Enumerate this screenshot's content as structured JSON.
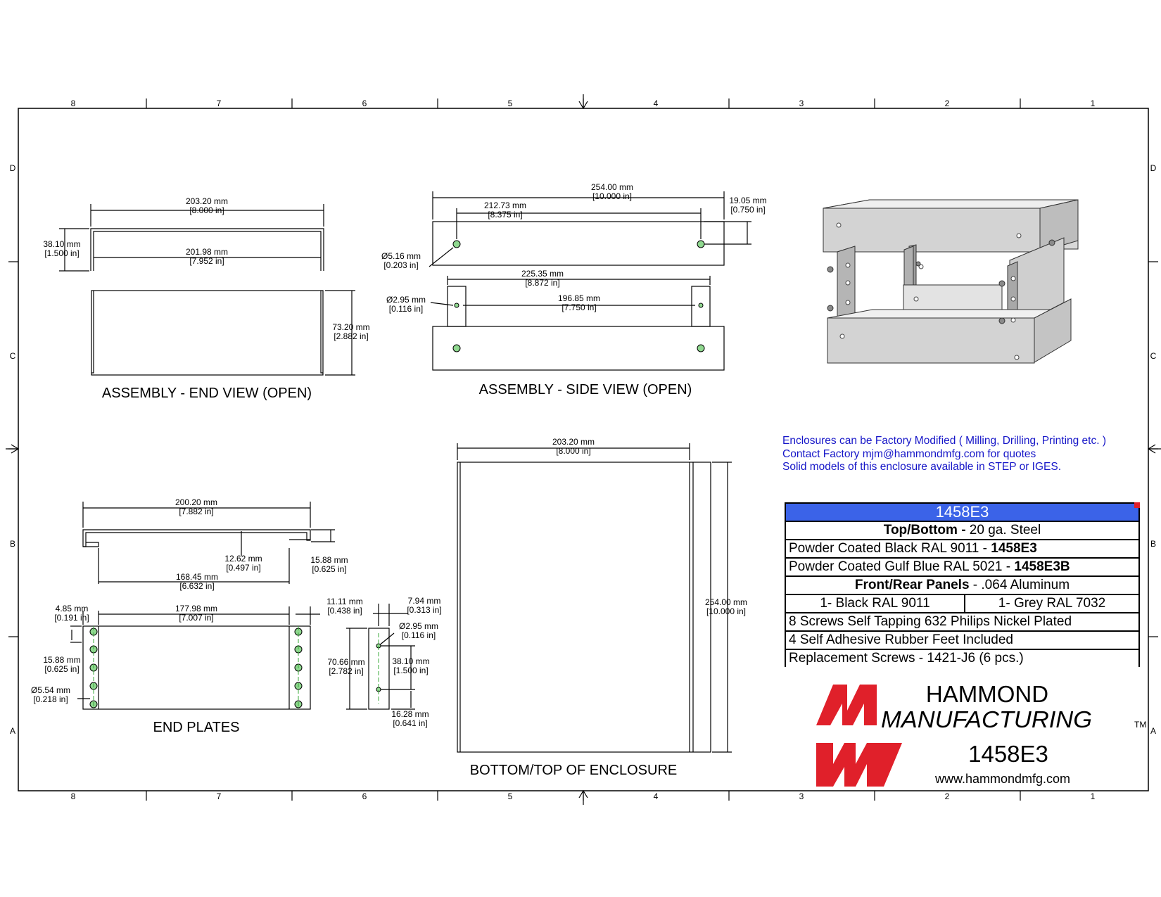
{
  "grid": {
    "columns": [
      "8",
      "7",
      "6",
      "5",
      "4",
      "3",
      "2",
      "1"
    ],
    "rows": [
      "D",
      "C",
      "B",
      "A"
    ]
  },
  "views": {
    "end_view": {
      "title": "ASSEMBLY - END VIEW (OPEN)",
      "dims": [
        {
          "mm": "203.20 mm",
          "in": "[8.000 in]"
        },
        {
          "mm": "201.98 mm",
          "in": "[7.952 in]"
        },
        {
          "mm": "38.10 mm",
          "in": "[1.500 in]"
        },
        {
          "mm": "73.20 mm",
          "in": "[2.882 in]"
        }
      ]
    },
    "side_view": {
      "title": "ASSEMBLY - SIDE VIEW (OPEN)",
      "dims": [
        {
          "mm": "254.00 mm",
          "in": "[10.000 in]"
        },
        {
          "mm": "212.73 mm",
          "in": "[8.375 in]"
        },
        {
          "mm": "19.05 mm",
          "in": "[0.750 in]"
        },
        {
          "mm": "Ø5.16 mm",
          "in": "[0.203 in]"
        },
        {
          "mm": "225.35 mm",
          "in": "[8.872 in]"
        },
        {
          "mm": "Ø2.95 mm",
          "in": "[0.116 in]"
        },
        {
          "mm": "196.85 mm",
          "in": "[7.750 in]"
        }
      ]
    },
    "end_plates": {
      "title": "END PLATES",
      "dims": [
        {
          "mm": "200.20 mm",
          "in": "[7.882 in]"
        },
        {
          "mm": "12.62 mm",
          "in": "[0.497 in]"
        },
        {
          "mm": "15.88 mm",
          "in": "[0.625 in]"
        },
        {
          "mm": "168.45 mm",
          "in": "[6.632 in]"
        },
        {
          "mm": "4.85 mm",
          "in": "[0.191 in]"
        },
        {
          "mm": "177.98 mm",
          "in": "[7.007 in]"
        },
        {
          "mm": "11.11 mm",
          "in": "[0.438 in]"
        },
        {
          "mm": "7.94 mm",
          "in": "[0.313 in]"
        },
        {
          "mm": "Ø2.95 mm",
          "in": "[0.116 in]"
        },
        {
          "mm": "15.88 mm",
          "in": "[0.625 in]"
        },
        {
          "mm": "70.66 mm",
          "in": "[2.782 in]"
        },
        {
          "mm": "38.10 mm",
          "in": "[1.500 in]"
        },
        {
          "mm": "Ø5.54 mm",
          "in": "[0.218 in]"
        },
        {
          "mm": "16.28 mm",
          "in": "[0.641 in]"
        }
      ]
    },
    "bottom_view": {
      "title": "BOTTOM/TOP OF ENCLOSURE",
      "dims": [
        {
          "mm": "203.20 mm",
          "in": "[8.000 in]"
        },
        {
          "mm": "254.00 mm",
          "in": "[10.000 in]"
        }
      ]
    }
  },
  "notes": [
    "Enclosures can be Factory Modified ( Milling, Drilling, Printing etc. )",
    "Contact Factory mjm@hammondmfg.com for quotes",
    "Solid models of this enclosure available in STEP or IGES."
  ],
  "spec": {
    "part_number": "1458E3",
    "top_bottom_label": "Top/Bottom -",
    "top_bottom_value": " 20 ga. Steel",
    "black_text": "Powder Coated Black RAL 9011 - ",
    "black_part": "1458E3",
    "blue_text": "Powder Coated Gulf Blue RAL 5021 - ",
    "blue_part": "1458E3B",
    "panels_label": "Front/Rear Panels",
    "panels_value": " - .064 Aluminum",
    "panel_black": "1- Black RAL 9011",
    "panel_grey": "1- Grey RAL 7032",
    "screws": "8 Screws Self Tapping 632 Philips Nickel Plated",
    "feet": "4 Self Adhesive Rubber Feet Included",
    "replacement": "Replacement Screws - 1421-J6 (6 pcs.)"
  },
  "logo": {
    "line1": "HAMMOND",
    "line2": "MANUFACTURING",
    "tm": "TM",
    "part": "1458E3",
    "url": "www.hammondmfg.com"
  },
  "colors": {
    "header_blue": "#3b63e8",
    "note_blue": "#1616c8",
    "logo_red": "#e0202a",
    "hole_green": "#2aa82a"
  }
}
